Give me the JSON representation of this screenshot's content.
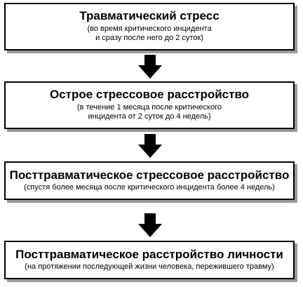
{
  "diagram": {
    "steps": [
      {
        "title": "Травматический стресс",
        "subtitle": "(во время критического инцидента\nи сразу после него до 2 суток)"
      },
      {
        "title": "Острое стрессовое расстройство",
        "subtitle": "(в течение 1 месяца после критического\nинцидента  от 2 суток до 4 недель)"
      },
      {
        "title": "Посттравматическое стрессовое расстройство",
        "subtitle": "(спустя более месяца после критического инцидента  более 4 недель)"
      },
      {
        "title": "Посттравматическое расстройство личности",
        "subtitle": "(на протяжении последующей жизни человека, пережившего травму)"
      }
    ],
    "arrow_color": "#000000",
    "shadow_color": "#9a9a9a"
  }
}
